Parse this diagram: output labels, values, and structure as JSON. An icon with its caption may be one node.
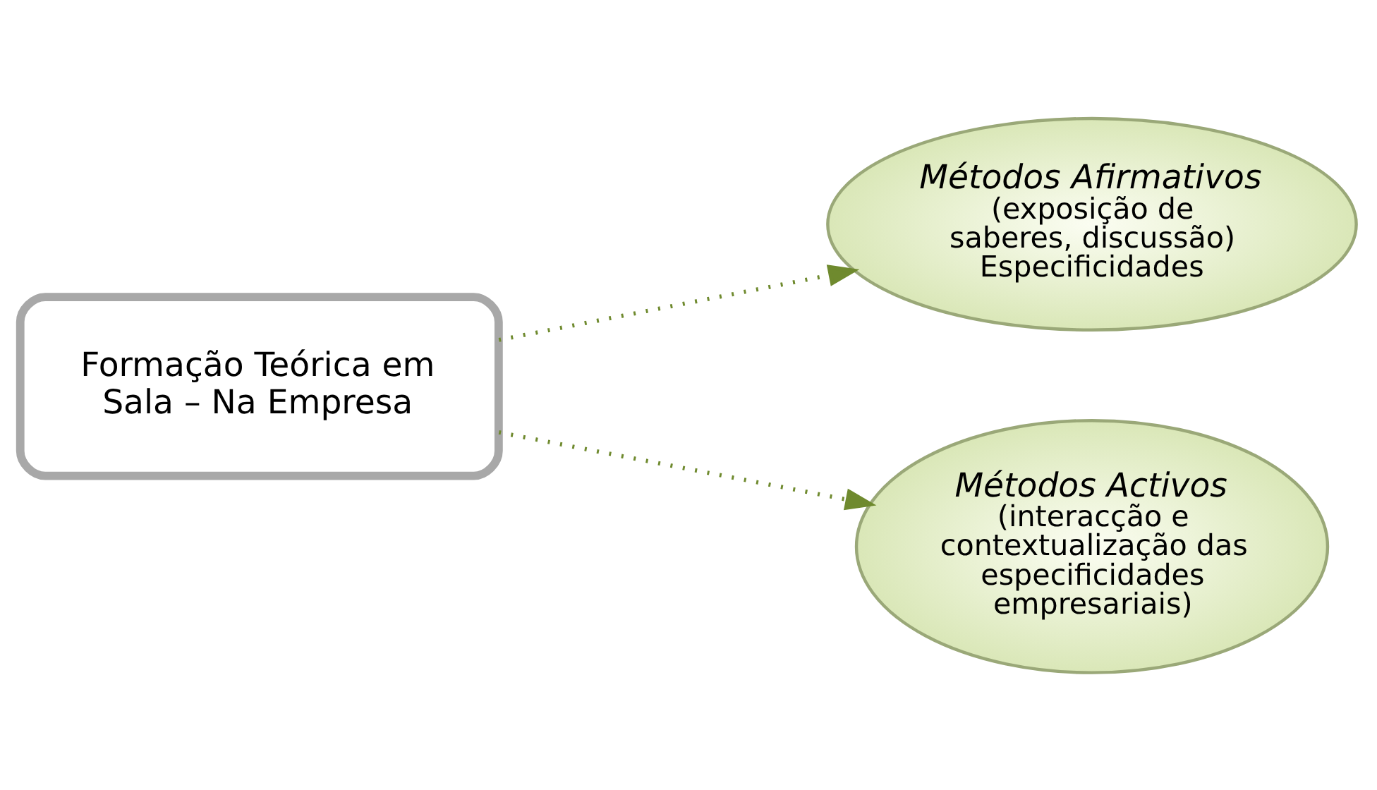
{
  "diagram": {
    "nodes": [
      {
        "text": [
          "Formação Teórica em Sala – Na Empresa"
        ]
      },
      {
        "text": [
          "Métodos Afirmativos",
          "(exposição de saberes, discussão) Especificidades"
        ]
      },
      {
        "text": [
          "Métodos Activos",
          "(interacção e contextualização das especificidades empresariais)"
        ]
      }
    ],
    "edges": [
      {
        "from": 0,
        "to": 1,
        "arrow": "to",
        "style": "dashed"
      },
      {
        "from": 0,
        "to": 2,
        "arrow": "to",
        "style": "dashed"
      }
    ]
  }
}
